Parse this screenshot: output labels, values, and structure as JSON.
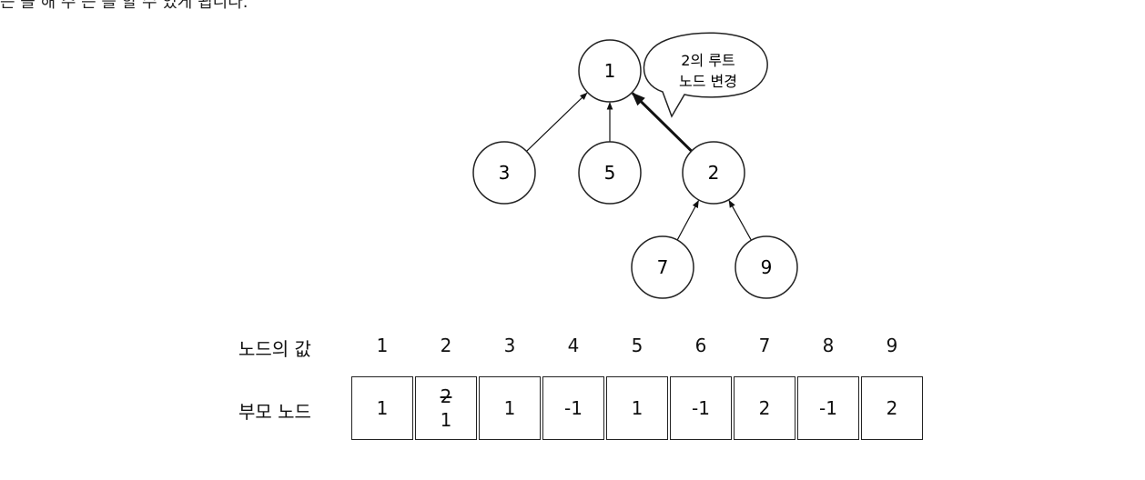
{
  "header_text": "는 을 해 주 는 를 할 수 있게 됩니다.",
  "tree": {
    "nodes": [
      {
        "id": "1",
        "label": "1"
      },
      {
        "id": "3",
        "label": "3"
      },
      {
        "id": "5",
        "label": "5"
      },
      {
        "id": "2",
        "label": "2"
      },
      {
        "id": "7",
        "label": "7"
      },
      {
        "id": "9",
        "label": "9"
      }
    ],
    "edges": [
      {
        "from": "3",
        "to": "1",
        "bold": false
      },
      {
        "from": "5",
        "to": "1",
        "bold": false
      },
      {
        "from": "2",
        "to": "1",
        "bold": true
      },
      {
        "from": "7",
        "to": "2",
        "bold": false
      },
      {
        "from": "9",
        "to": "2",
        "bold": false
      }
    ],
    "callout": {
      "line1": "2의 루트",
      "line2": "노드 변경"
    }
  },
  "table": {
    "row_label_values": "노드의 값",
    "row_label_parents": "부모 노드",
    "values": [
      "1",
      "2",
      "3",
      "4",
      "5",
      "6",
      "7",
      "8",
      "9"
    ],
    "parents": [
      {
        "value": "1"
      },
      {
        "old": "2",
        "value": "1"
      },
      {
        "value": "1"
      },
      {
        "value": "-1"
      },
      {
        "value": "1"
      },
      {
        "value": "-1"
      },
      {
        "value": "2"
      },
      {
        "value": "-1"
      },
      {
        "value": "2"
      }
    ]
  }
}
